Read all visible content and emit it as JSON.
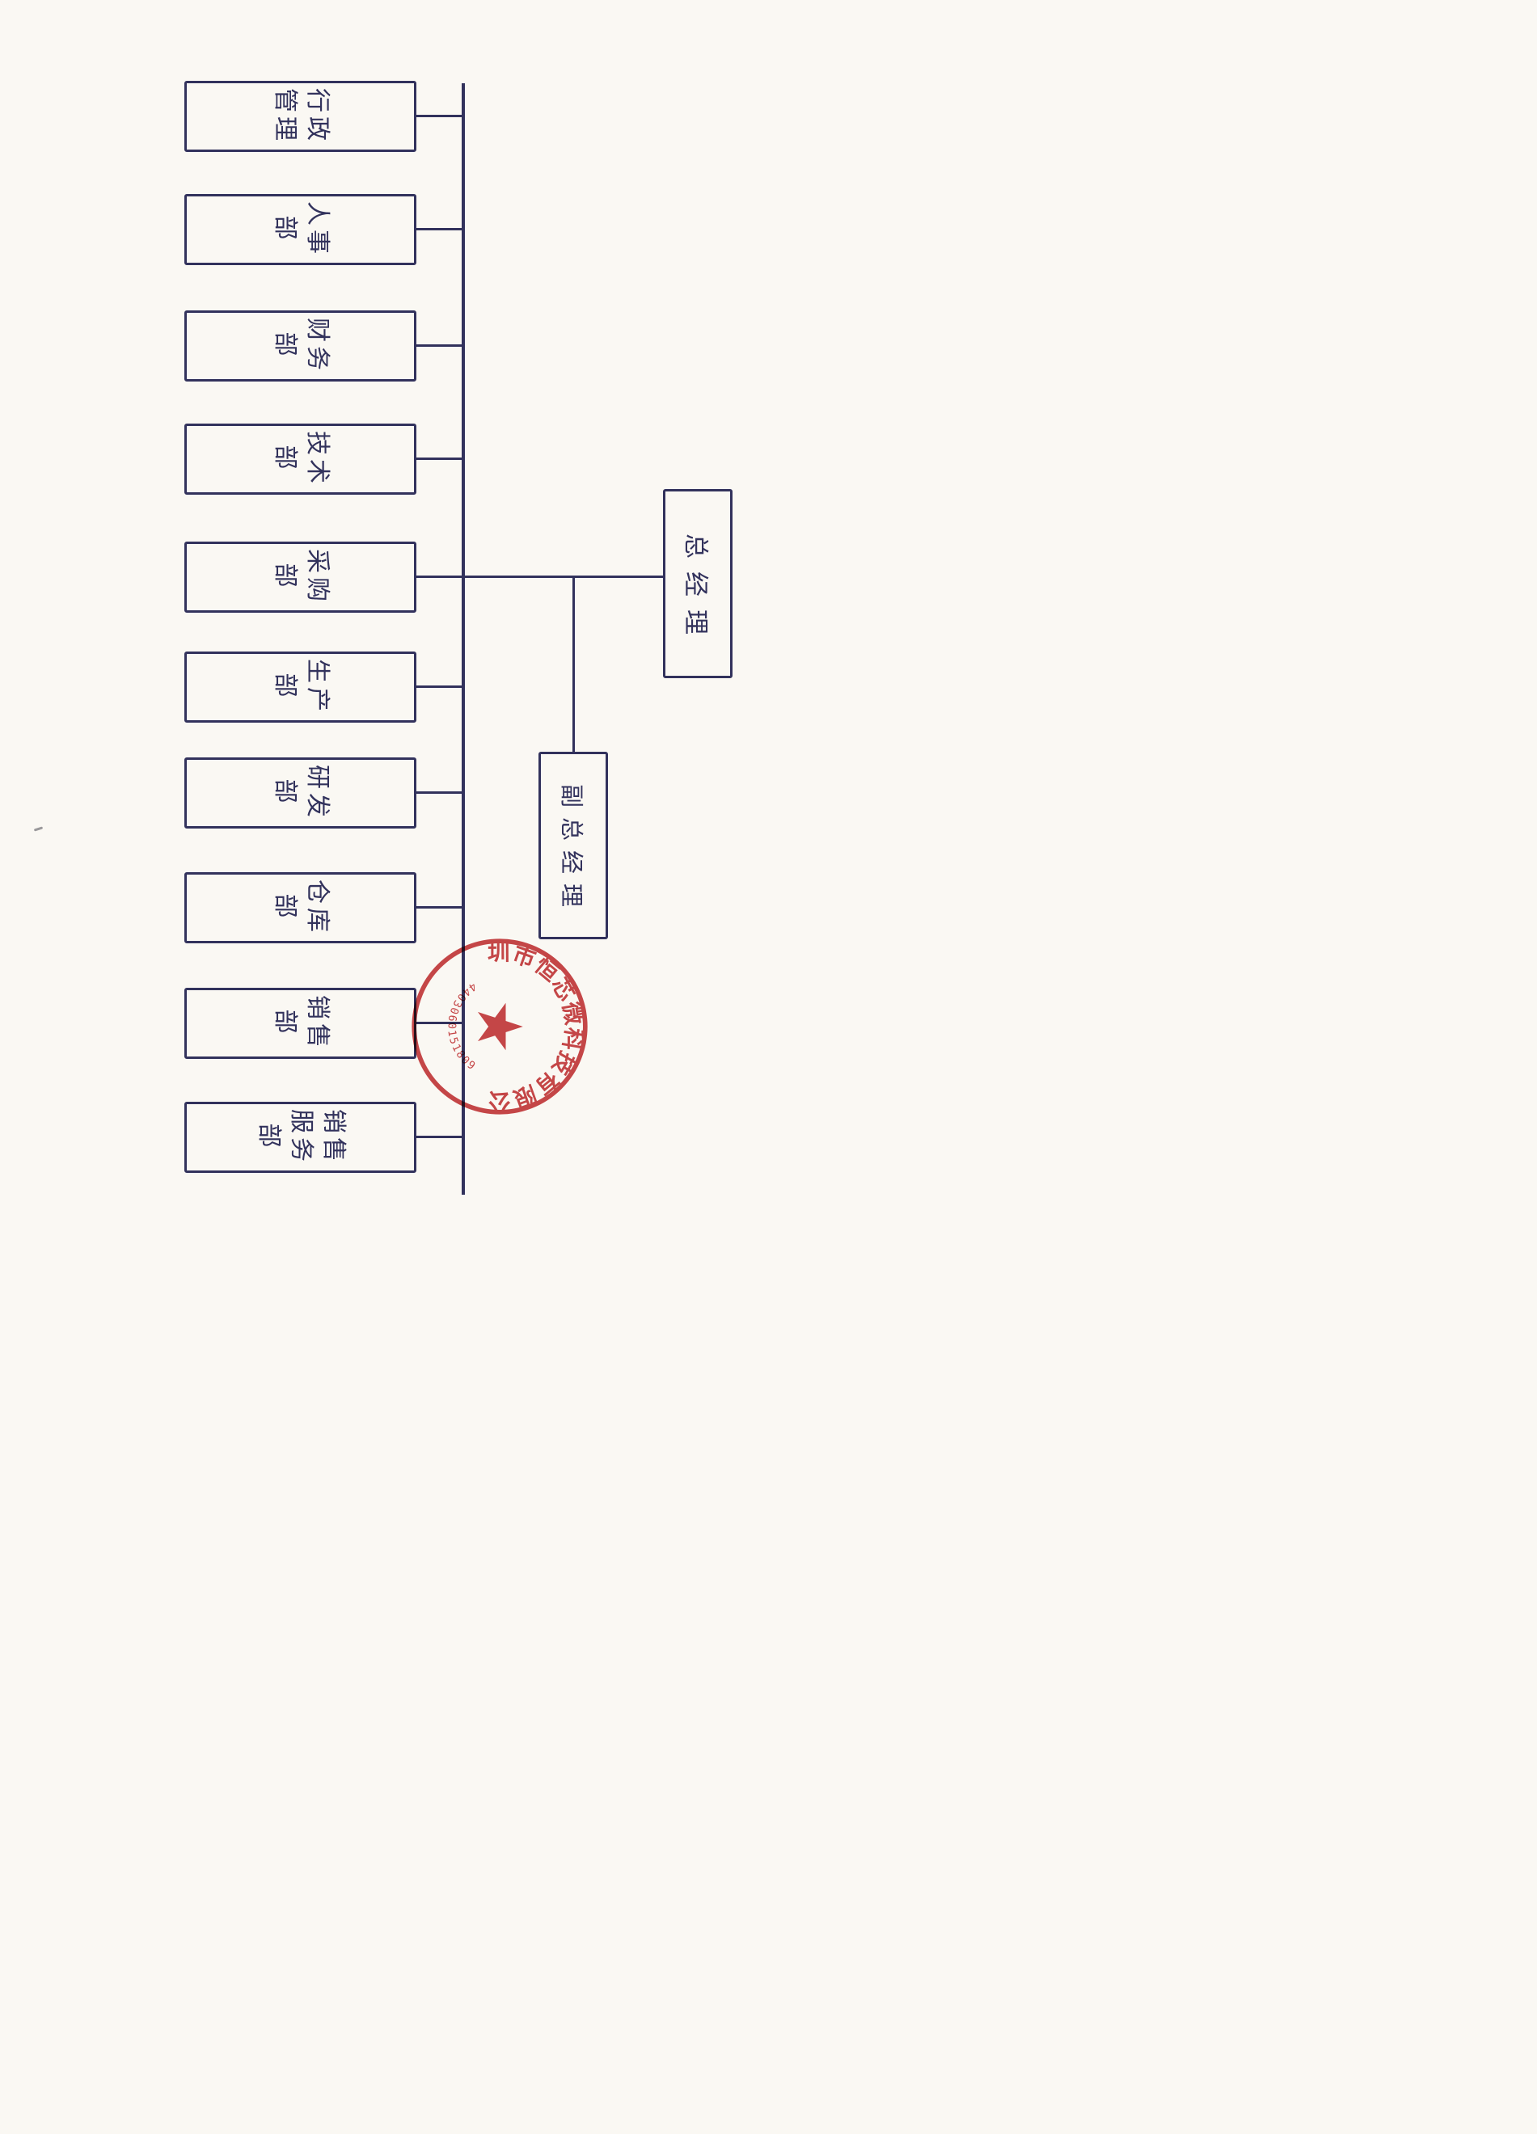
{
  "colors": {
    "paper": "#faf8f3",
    "ink": "#32325c",
    "seal_red": "#c4383a"
  },
  "org_chart": {
    "general_manager": "总经理",
    "deputy_general_manager": "副总经理",
    "departments": [
      "行政管理",
      "人事部",
      "财务部",
      "技术部",
      "采购部",
      "生产部",
      "研发部",
      "仓库部",
      "销售部",
      "销售服务部"
    ]
  },
  "seal": {
    "company_name": "深圳市恒芯微科技有限公司",
    "serial_number": "4403060151809"
  }
}
